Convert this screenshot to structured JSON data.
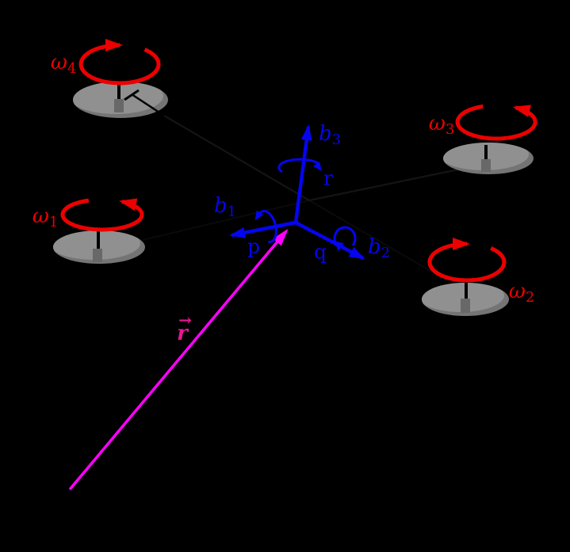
{
  "figure_kind": "quadrotor free-body diagram",
  "body_axes": {
    "b1": {
      "base": "b",
      "sub": "1"
    },
    "b2": {
      "base": "b",
      "sub": "2"
    },
    "b3": {
      "base": "b",
      "sub": "3"
    }
  },
  "angular_rates": {
    "roll": "p",
    "pitch": "q",
    "yaw": "r"
  },
  "rotors": [
    {
      "id": "rotor-1",
      "symbol": "ω",
      "sub": "1",
      "spin": "counterclockwise"
    },
    {
      "id": "rotor-2",
      "symbol": "ω",
      "sub": "2",
      "spin": "clockwise"
    },
    {
      "id": "rotor-3",
      "symbol": "ω",
      "sub": "3",
      "spin": "counterclockwise"
    },
    {
      "id": "rotor-4",
      "symbol": "ω",
      "sub": "4",
      "spin": "clockwise"
    }
  ],
  "position_vector": {
    "base": "r",
    "arrow": "→"
  },
  "colors": {
    "background": "#000000",
    "axis_blue": "#0505ee",
    "rotor_red": "#ed0000",
    "vector_magenta": "#ff00ff",
    "vector_label_pink": "#ea1691",
    "disc_gray": "#909090",
    "disc_shade": "#747474",
    "hub_gray": "#686868",
    "arm_faint": "#141414"
  }
}
